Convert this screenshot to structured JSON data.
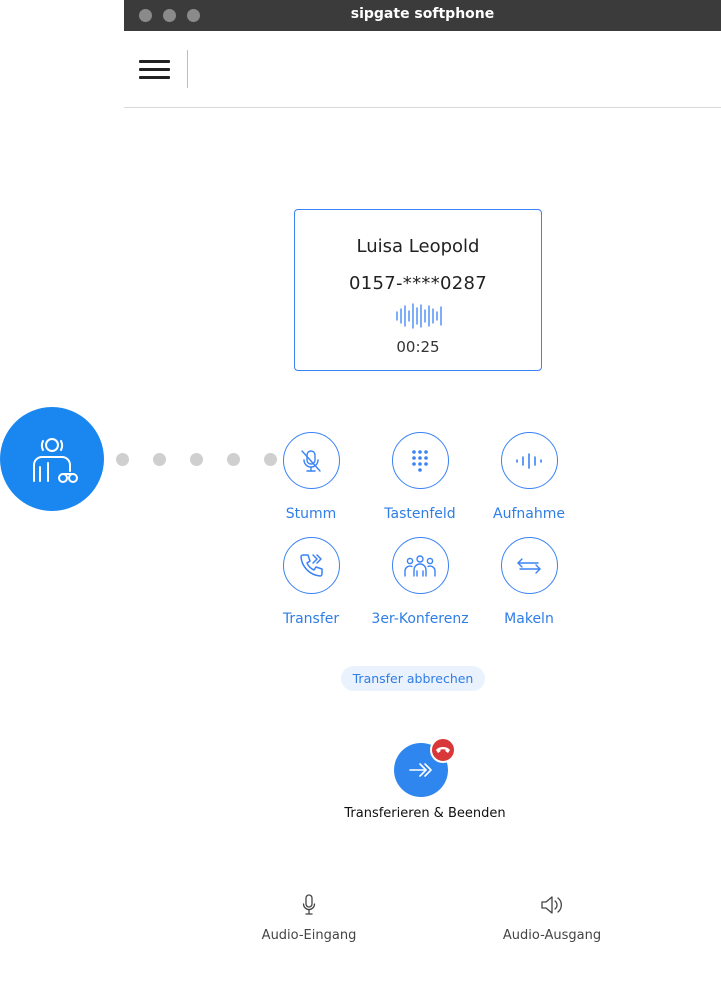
{
  "window": {
    "title": "sipgate softphone"
  },
  "call": {
    "name": "Luisa Leopold",
    "number": "0157-****0287",
    "duration": "00:25"
  },
  "actions": [
    {
      "label": "Stumm",
      "icon": "mic-muted-icon"
    },
    {
      "label": "Tastenfeld",
      "icon": "keypad-icon"
    },
    {
      "label": "Aufnahme",
      "icon": "record-wave-icon"
    },
    {
      "label": "Transfer",
      "icon": "phone-transfer-icon"
    },
    {
      "label": "3er-Konferenz",
      "icon": "conference-icon"
    },
    {
      "label": "Makeln",
      "icon": "swap-arrows-icon"
    }
  ],
  "transfer": {
    "cancel_label": "Transfer abbrechen",
    "confirm_label": "Transferieren & Beenden"
  },
  "audio": {
    "input_label": "Audio-Eingang",
    "output_label": "Audio-Ausgang"
  },
  "colors": {
    "accent": "#2f7de6",
    "avatar": "#1a87f0",
    "hangup": "#d9383a",
    "titlebar": "#3b3b3b"
  }
}
